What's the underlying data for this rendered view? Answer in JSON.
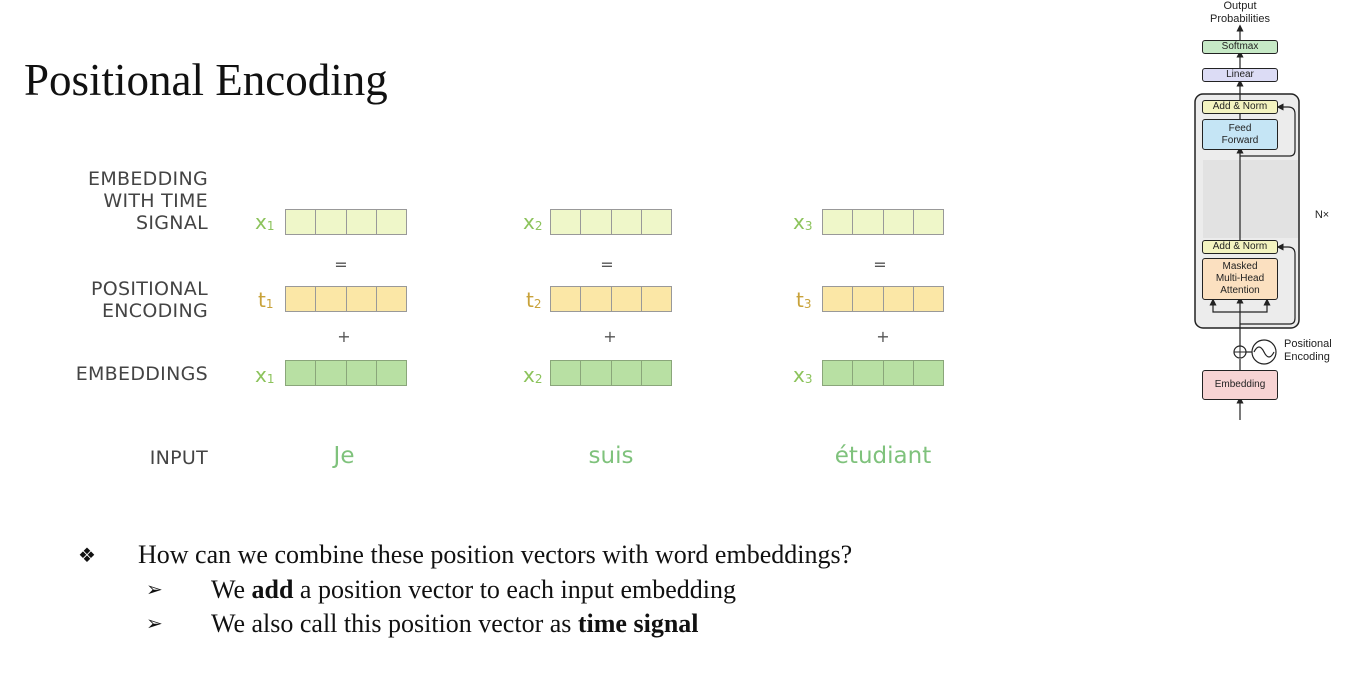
{
  "slide": {
    "title": "Positional Encoding"
  },
  "illustration": {
    "row_labels": {
      "embedding_with_time_signal": [
        "EMBEDDING",
        "WITH TIME",
        "SIGNAL"
      ],
      "positional_encoding": [
        "POSITIONAL",
        "ENCODING"
      ],
      "embeddings": "EMBEDDINGS",
      "input": "INPUT"
    },
    "operators": {
      "equals": "=",
      "plus": "+"
    },
    "columns": [
      {
        "x_symbol": "x",
        "t_symbol": "t",
        "index": "1",
        "word": "Je"
      },
      {
        "x_symbol": "x",
        "t_symbol": "t",
        "index": "2",
        "word": "suis"
      },
      {
        "x_symbol": "x",
        "t_symbol": "t",
        "index": "3",
        "word": "étudiant"
      }
    ],
    "colors": {
      "embedding": "#b8e0a3",
      "positional": "#fbe7a6",
      "time_signal": "#eff7c9",
      "x_symbol": "#8cc35c",
      "t_symbol": "#c8a23a",
      "word": "#7fc27c"
    }
  },
  "bullets": {
    "main_marker": "❖",
    "main_text": "How can we combine these position vectors with word embeddings?",
    "sub_marker": "➢",
    "sub1": {
      "before": "We ",
      "bold": "add",
      "after": " a position vector to each input embedding"
    },
    "sub2": {
      "before": "We also call this position vector as ",
      "bold": "time signal",
      "after": ""
    }
  },
  "transformer_diagram": {
    "output_label": [
      "Output",
      "Probabilities"
    ],
    "softmax": "Softmax",
    "linear": "Linear",
    "add_norm": "Add & Norm",
    "feed_forward": [
      "Feed",
      "Forward"
    ],
    "masked_attention": [
      "Masked",
      "Multi-Head",
      "Attention"
    ],
    "nx": "N×",
    "positional_encoding": [
      "Positional",
      "Encoding"
    ],
    "embedding": "Embedding",
    "colors": {
      "softmax": "#c6e9c6",
      "linear": "#dcdcf5",
      "add_norm": "#f3f3c0",
      "feed_forward": "#c5e5f5",
      "attention": "#fbe0c0",
      "embedding": "#f7d3d3",
      "block_bg": "#ececec"
    }
  }
}
